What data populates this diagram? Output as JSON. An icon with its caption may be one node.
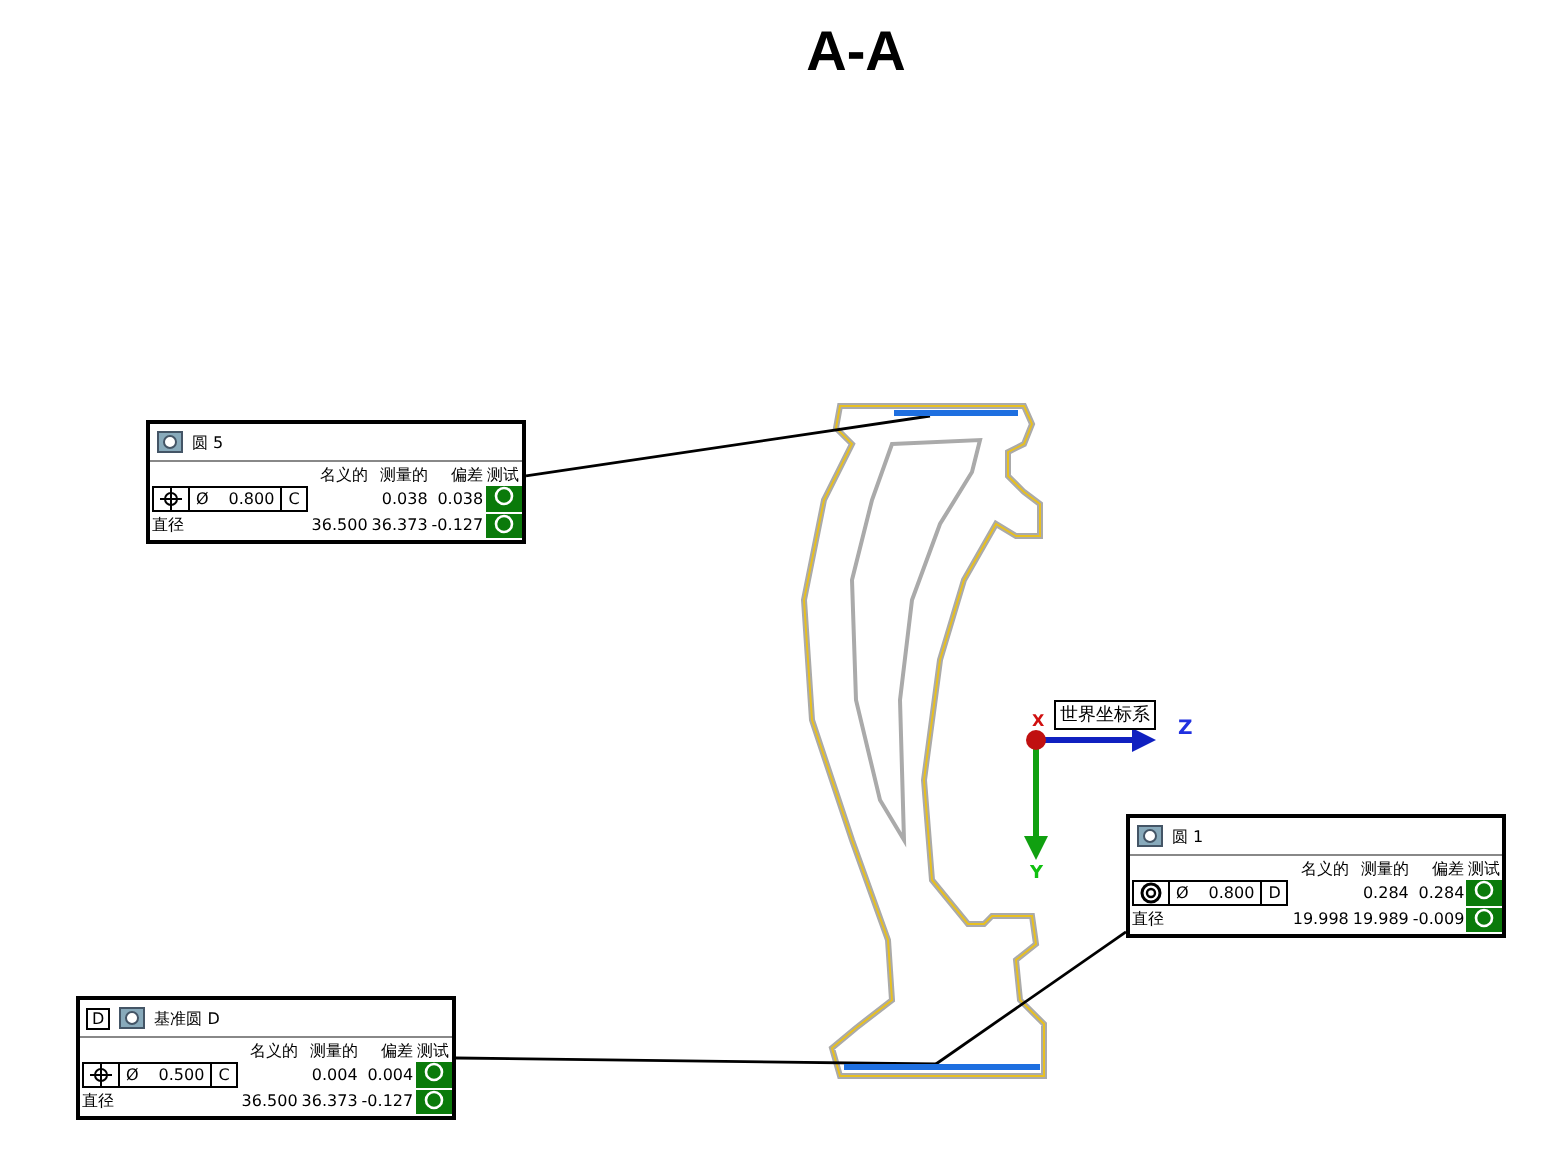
{
  "diagram": {
    "title": "A-A",
    "nodes": [
      {
        "text": [
          "圆 5",
          "名义的",
          "测量的",
          "偏差",
          "测试",
          "Ø",
          "0.800",
          "C",
          "0.038",
          "0.038",
          "直径",
          "36.500",
          "36.373",
          "-0.127"
        ]
      },
      {
        "text": [],
        "shape": "bar"
      },
      {
        "text": [
          "圆 1",
          "名义的",
          "测量的",
          "偏差",
          "测试",
          "Ø",
          "0.800",
          "D",
          "0.284",
          "0.284",
          "直径",
          "19.998",
          "19.989",
          "-0.009"
        ]
      },
      {
        "text": [],
        "shape": "bar"
      },
      {
        "text": [
          "D",
          "基准圆 D",
          "名义的",
          "测量的",
          "偏差",
          "测试",
          "Ø",
          "0.500",
          "C",
          "0.004",
          "0.004",
          "直径",
          "36.500",
          "36.373",
          "-0.127"
        ]
      }
    ],
    "edges": [
      {
        "from": 0,
        "to": 1,
        "arrow": "none"
      },
      {
        "from": 2,
        "to": 3,
        "arrow": "none"
      },
      {
        "from": 4,
        "to": 3,
        "arrow": "none"
      }
    ],
    "labels": [
      "世界坐标系",
      "X",
      "Z",
      "Y"
    ]
  }
}
